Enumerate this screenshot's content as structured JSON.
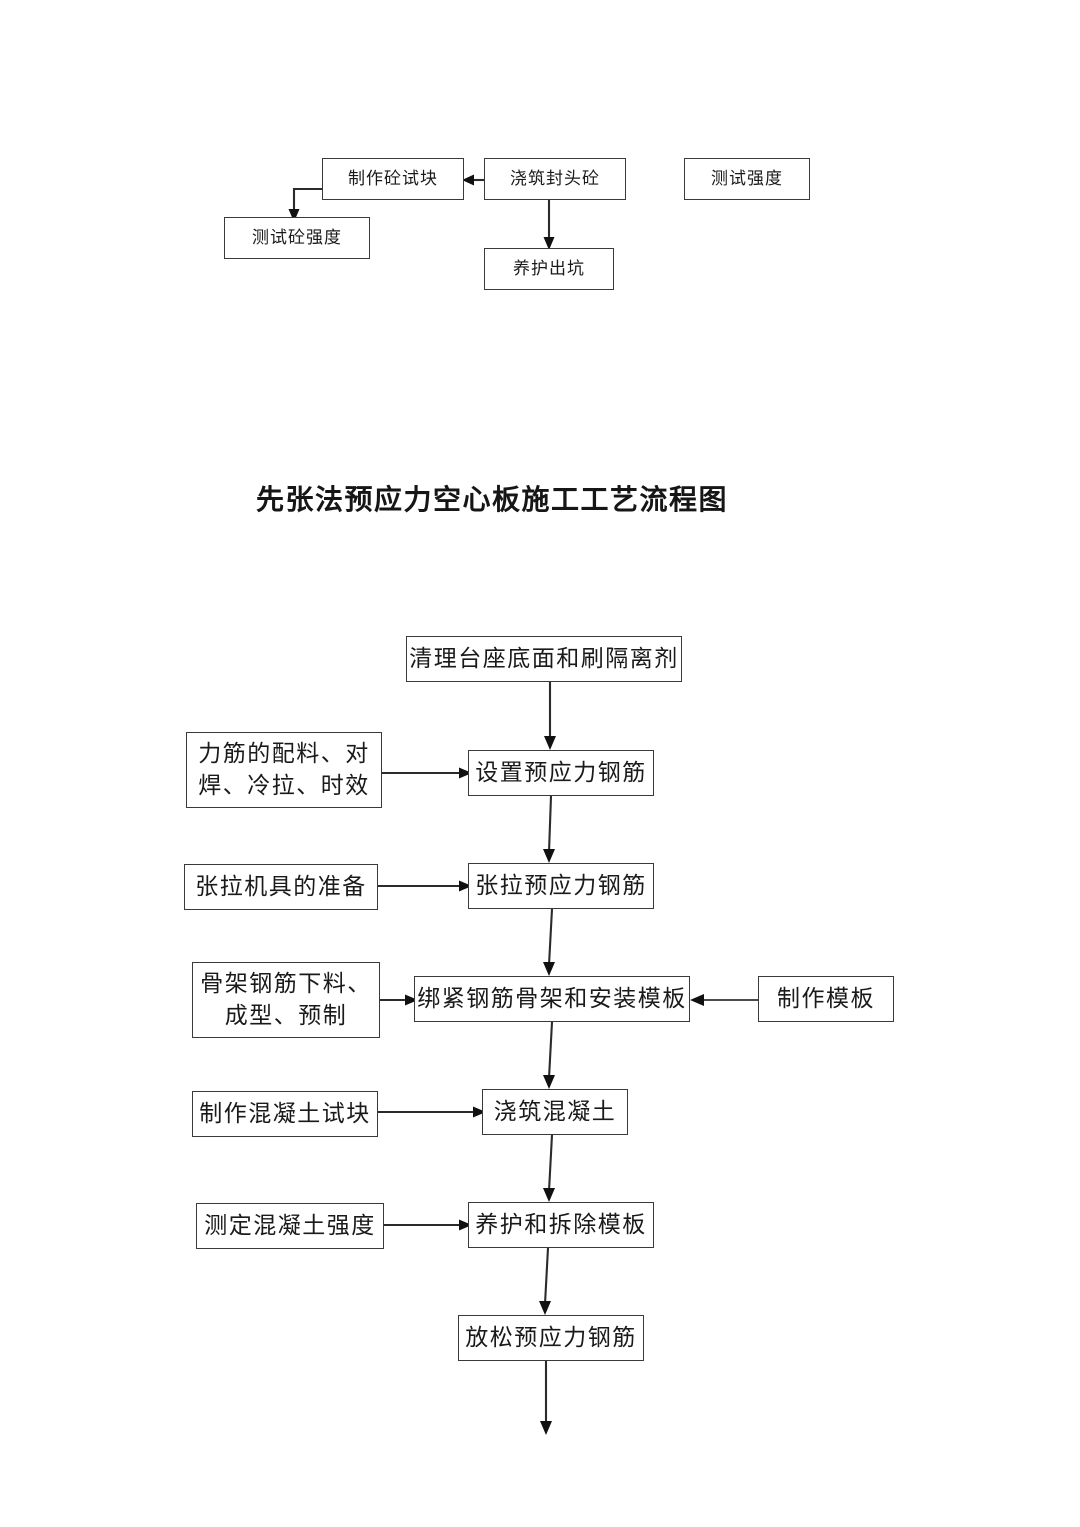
{
  "document": {
    "title": "先张法预应力空心板施工工艺流程图"
  },
  "top_fragment": {
    "nodes": [
      {
        "id": "make-concrete-test-block",
        "label": "制作砼试块"
      },
      {
        "id": "pour-end-sealing-concrete",
        "label": "浇筑封头砼"
      },
      {
        "id": "test-strength",
        "label": "测试强度"
      },
      {
        "id": "test-concrete-strength",
        "label": "测试砼强度"
      },
      {
        "id": "curing-out-of-pit",
        "label": "养护出坑"
      }
    ],
    "edges": [
      {
        "from": "pour-end-sealing-concrete",
        "to": "make-concrete-test-block",
        "direction": "left"
      },
      {
        "from": "make-concrete-test-block",
        "to": "test-concrete-strength",
        "direction": "left-then-down"
      },
      {
        "from": "pour-end-sealing-concrete",
        "to": "curing-out-of-pit",
        "direction": "down"
      }
    ]
  },
  "flowchart": {
    "main_column": [
      {
        "id": "clean-pedestal",
        "label": "清理台座底面和刷隔离剂"
      },
      {
        "id": "set-prestressed-rebar",
        "label": "设置预应力钢筋"
      },
      {
        "id": "tension-prestressed-rebar",
        "label": "张拉预应力钢筋"
      },
      {
        "id": "tie-rebar-cage-install-formwork",
        "label": "绑紧钢筋骨架和安装模板"
      },
      {
        "id": "pour-concrete",
        "label": "浇筑混凝土"
      },
      {
        "id": "cure-and-remove-formwork",
        "label": "养护和拆除模板"
      },
      {
        "id": "release-prestressed-rebar",
        "label": "放松预应力钢筋"
      }
    ],
    "left_column": [
      {
        "id": "rebar-batching-welding",
        "label": "力筋的配料、对\n焊、冷拉、时效",
        "target": "set-prestressed-rebar"
      },
      {
        "id": "tension-equipment-prep",
        "label": "张拉机具的准备",
        "target": "tension-prestressed-rebar"
      },
      {
        "id": "cage-rebar-cutting",
        "label": "骨架钢筋下料、\n成型、预制",
        "target": "tie-rebar-cage-install-formwork"
      },
      {
        "id": "make-concrete-sample",
        "label": "制作混凝土试块",
        "target": "pour-concrete"
      },
      {
        "id": "measure-concrete-strength",
        "label": "测定混凝土强度",
        "target": "cure-and-remove-formwork"
      }
    ],
    "right_column": [
      {
        "id": "make-formwork",
        "label": "制作模板",
        "target": "tie-rebar-cage-install-formwork"
      }
    ],
    "continues_below": true
  },
  "colors": {
    "line": "#2b2b2b",
    "box_border": "#3a3a3a",
    "text": "#1a1a1a",
    "background": "#ffffff"
  }
}
